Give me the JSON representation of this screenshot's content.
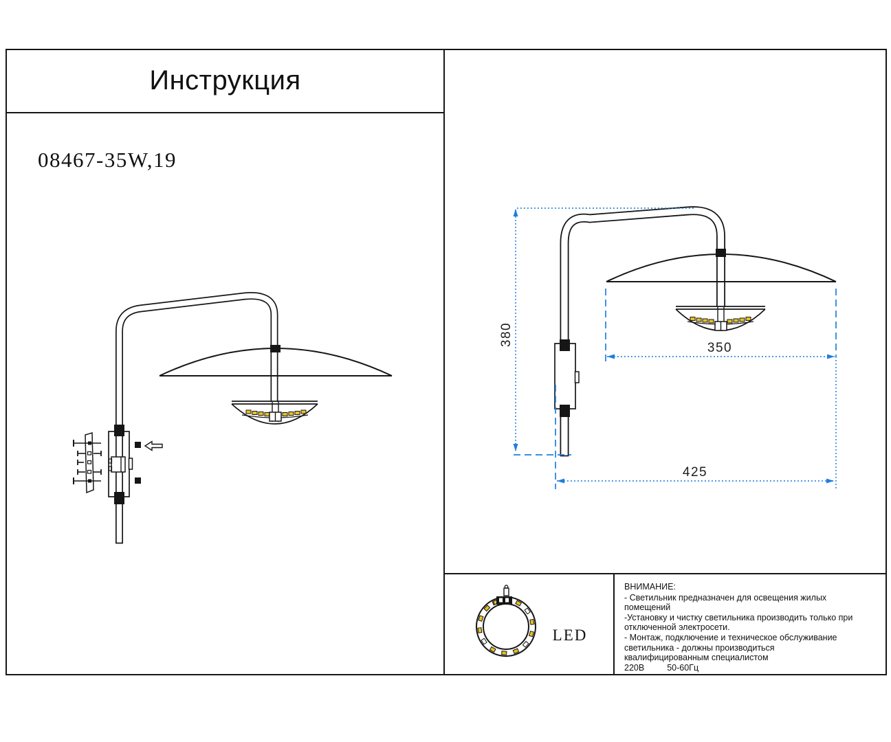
{
  "document": {
    "title": "Инструкция",
    "model": "08467-35W,19"
  },
  "drawing": {
    "led_label": "LED"
  },
  "dimensions": {
    "height_mm": "380",
    "shade_diameter_mm": "350",
    "depth_mm": "425"
  },
  "warning": {
    "heading": "ВНИМАНИЕ:",
    "lines": [
      "- Светильник предназначен для освещения жилых",
      "помещений",
      "-Установку и чистку светильника производить только при",
      "отключенной электросети.",
      "- Монтаж, подключение и техническое обслуживание",
      "светильника - должны производиться",
      "квалифицированным специалистом"
    ],
    "voltage": "220В",
    "frequency": "50-60Гц"
  },
  "colors": {
    "dimension_line_blue": "#1e7ee0",
    "led_strip_yellow": "#e8c222",
    "drawing_line": "#161616"
  }
}
